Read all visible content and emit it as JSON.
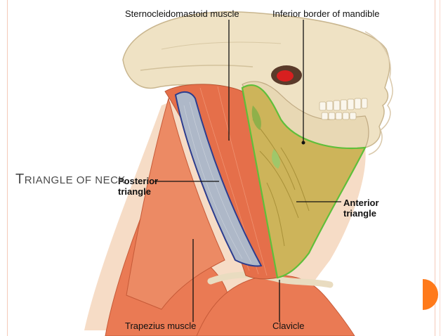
{
  "slide": {
    "title_first_letter": "T",
    "title_rest": "riangle of neck",
    "accent_color": "#ff7a1a"
  },
  "labels": {
    "scm": "Sternocleidomastoid muscle",
    "mandible": "Inferior border of mandible",
    "posterior_line1": "Posterior",
    "posterior_line2": "triangle",
    "anterior_line1": "Anterior",
    "anterior_line2": "triangle",
    "trapezius": "Trapezius muscle",
    "clavicle": "Clavicle"
  }
}
